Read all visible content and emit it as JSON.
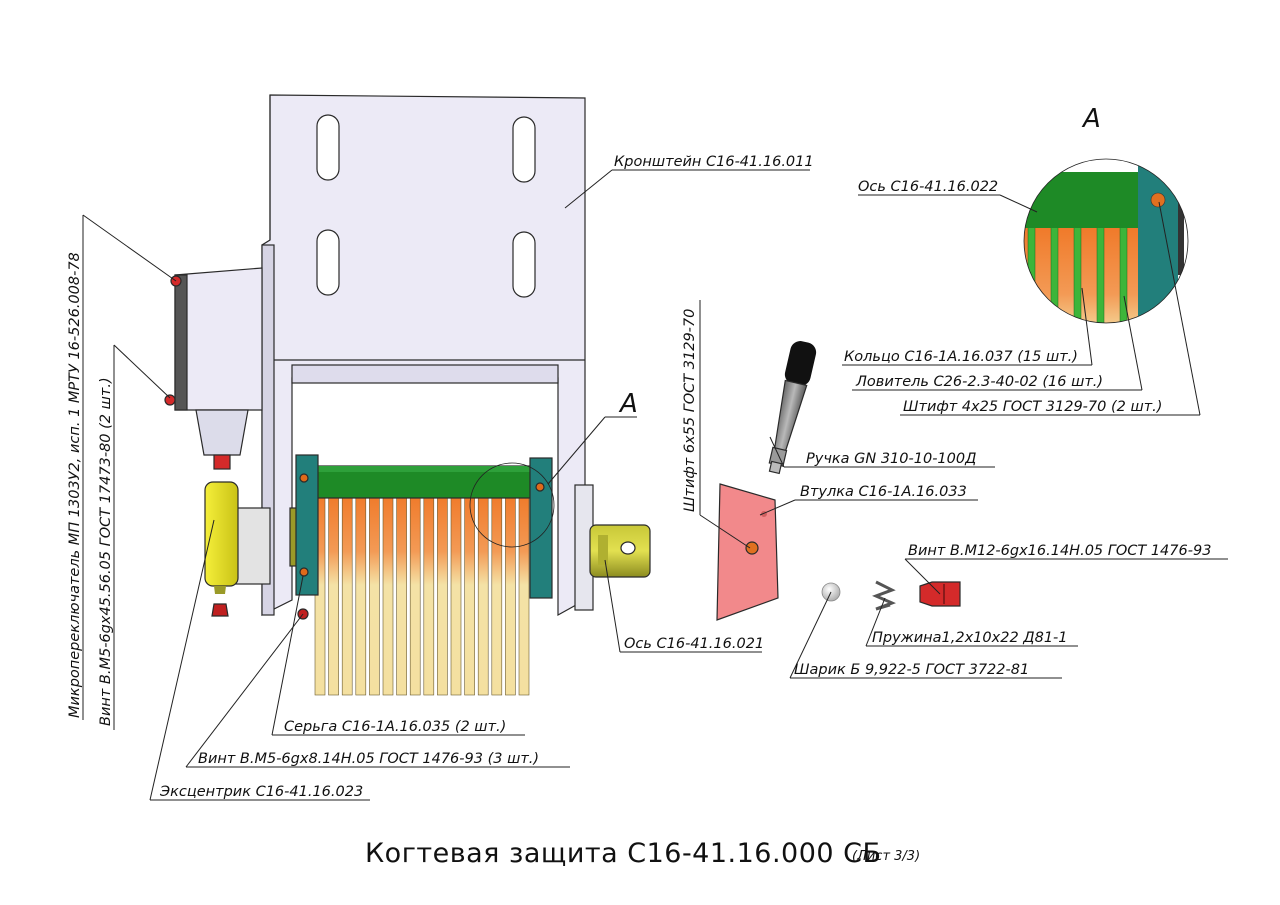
{
  "title": "Когтевая защита С16-41.16.000 СБ",
  "sheet": "(Лист 3/3)",
  "detail_mark": "A",
  "labels": {
    "bracket": "Кронштейн С16-41.16.011",
    "axis_detail": "Ось С16-41.16.022",
    "ring": "Кольцо С16-1А.16.037 (15 шт.)",
    "catcher": "Ловитель С26-2.3-40-02 (16 шт.)",
    "pin_small": "Штифт 4х25 ГОСТ 3129-70 (2 шт.)",
    "handle": "Ручка GN 310-10-100Д",
    "bushing": "Втулка С16-1А.16.033",
    "screw_m12": "Винт В.М12-6gх16.14Н.05 ГОСТ 1476-93",
    "spring": "Пружина1,2х10х22 Д81-1",
    "ball": "Шарик Б 9,922-5 ГОСТ 3722-81",
    "axis_main": "Ось С16-41.16.021",
    "earring": "Серьга С16-1А.16.035 (2 шт.)",
    "screw_m5_8": "Винт В.М5-6gх8.14Н.05 ГОСТ 1476-93 (3 шт.)",
    "eccentric": "Эксцентрик С16-41.16.023",
    "pin_6x55": "Штифт 6х55 ГОСТ 3129-70",
    "microswitch": "Микропереключатель МП 1303У2, исп. 1 МРТУ 16-526.008-78",
    "screw_m5_45": "Винт В.М5-6gх45.56.05 ГОСТ 17473-80 (2 шт.)"
  },
  "colors": {
    "plate": "#eceaf6",
    "green": "#1e8a26",
    "teal": "#227f7b",
    "yellow": "#e8e21a",
    "olive": "#9a9a28",
    "orange": "#f07a2a",
    "cream": "#f4e2a6",
    "pink": "#f2898b",
    "red": "#d42a2a",
    "grey": "#8c8c8c"
  }
}
